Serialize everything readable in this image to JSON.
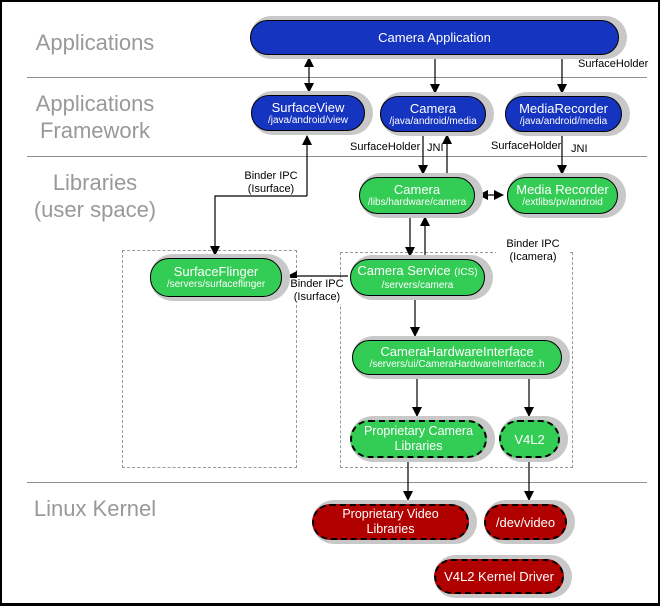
{
  "layers": {
    "applications": {
      "line1": "Applications"
    },
    "framework": {
      "line1": "Applications",
      "line2": "Framework"
    },
    "libraries": {
      "line1": "Libraries",
      "line2": "(user space)"
    },
    "kernel": {
      "line1": "Linux Kernel"
    }
  },
  "nodes": {
    "camera_application": {
      "title": "Camera Application"
    },
    "surface_view": {
      "title": "SurfaceView",
      "path": "/java/android/view"
    },
    "camera_java": {
      "title": "Camera",
      "path": "/java/android/media"
    },
    "media_recorder_java": {
      "title": "MediaRecorder",
      "path": "/java/android/media"
    },
    "camera_lib": {
      "title": "Camera",
      "path": "/libs/hardware/camera"
    },
    "media_recorder_lib": {
      "title": "Media Recorder",
      "path": "/extlibs/pv/android"
    },
    "surface_flinger": {
      "title": "SurfaceFlinger",
      "path": "/servers/surfaceflinger"
    },
    "camera_service": {
      "title": "Camera Service",
      "suffix": "(ICS)",
      "path": "/servers/camera"
    },
    "camera_hardware_interface": {
      "title": "CameraHardwareInterface",
      "path": "/servers/ui/CameraHardwareInterface.h"
    },
    "proprietary_camera_libraries": {
      "line1": "Proprietary Camera",
      "line2": "Libraries"
    },
    "v4l2": {
      "title": "V4L2"
    },
    "proprietary_video_libraries": {
      "line1": "Proprietary Video",
      "line2": "Libraries"
    },
    "dev_video": {
      "title": "/dev/video"
    },
    "v4l2_kernel_driver": {
      "title": "V4L2 Kernel Driver"
    }
  },
  "edge_labels": {
    "surface_holder_top": "SurfaceHolder",
    "binder_ipc_isurface_top": {
      "line1": "Binder IPC",
      "line2": "(Isurface)"
    },
    "surface_holder_camera": "SurfaceHolder",
    "jni_camera": "JNI",
    "surface_holder_media": "SurfaceHolder",
    "jni_media": "JNI",
    "binder_ipc_icamera": {
      "line1": "Binder IPC",
      "line2": "(Icamera)"
    },
    "binder_ipc_isurface_mid": {
      "line1": "Binder IPC",
      "line2": "(Isurface)"
    }
  },
  "colors": {
    "blue_node": "#1534c0",
    "green_node": "#33cc55",
    "red_node": "#b00000",
    "node_shadow": "#c8c8c8",
    "layer_label_gray": "#999999",
    "divider_gray": "#909090"
  }
}
